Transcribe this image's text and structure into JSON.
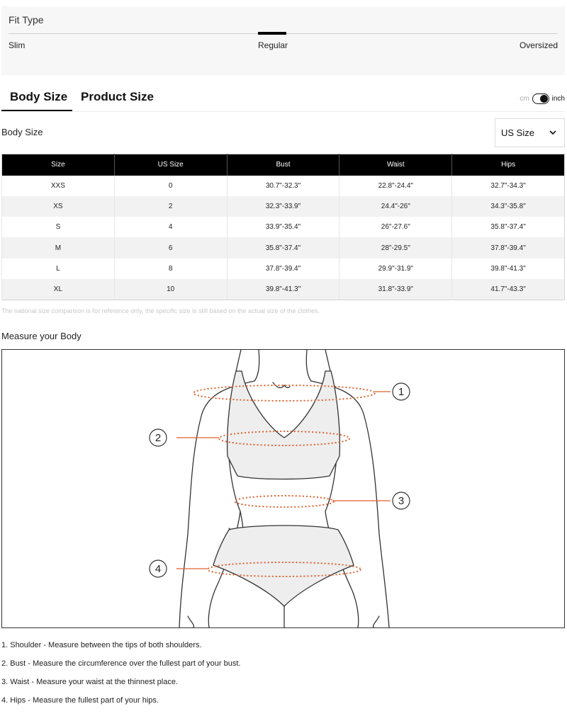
{
  "fit_type": {
    "title": "Fit Type",
    "options": [
      "Slim",
      "Regular",
      "Oversized"
    ],
    "selected": "Regular"
  },
  "tabs": [
    "Body Size",
    "Product Size"
  ],
  "active_tab": "Body Size",
  "unit_toggle": {
    "cm": "cm",
    "inch": "inch",
    "selected": "inch"
  },
  "body_size_label": "Body Size",
  "size_system_select": {
    "value": "US Size"
  },
  "table": {
    "headers": [
      "Size",
      "US Size",
      "Bust",
      "Waist",
      "Hips"
    ],
    "rows": [
      [
        "XXS",
        "0",
        "30.7\"-32.3\"",
        "22.8\"-24.4\"",
        "32.7\"-34.3\""
      ],
      [
        "XS",
        "2",
        "32.3\"-33.9\"",
        "24.4\"-26\"",
        "34.3\"-35.8\""
      ],
      [
        "S",
        "4",
        "33.9\"-35.4\"",
        "26\"-27.6\"",
        "35.8\"-37.4\""
      ],
      [
        "M",
        "6",
        "35.8\"-37.4\"",
        "28\"-29.5\"",
        "37.8\"-39.4\""
      ],
      [
        "L",
        "8",
        "37.8\"-39.4\"",
        "29.9\"-31.9\"",
        "39.8\"-41.3\""
      ],
      [
        "XL",
        "10",
        "39.8\"-41.3\"",
        "31.8\"-33.9\"",
        "41.7\"-43.3\""
      ]
    ]
  },
  "note": "The national size comparison is for reference only, the specific size is still based on the actual size of the clothes.",
  "measure_title": "Measure your Body",
  "diagram_numbers": [
    "1",
    "2",
    "3",
    "4"
  ],
  "instructions": [
    "1. Shoulder - Measure between the tips of both shoulders.",
    "2. Bust - Measure the circumference over the fullest part of your bust.",
    "3. Waist - Measure your waist at the thinnest place.",
    "4. Hips - Measure the fullest part of your hips."
  ],
  "colors": {
    "accent": "#000000",
    "measure_line": "#e0602a",
    "garment_fill": "#eeeeee"
  }
}
